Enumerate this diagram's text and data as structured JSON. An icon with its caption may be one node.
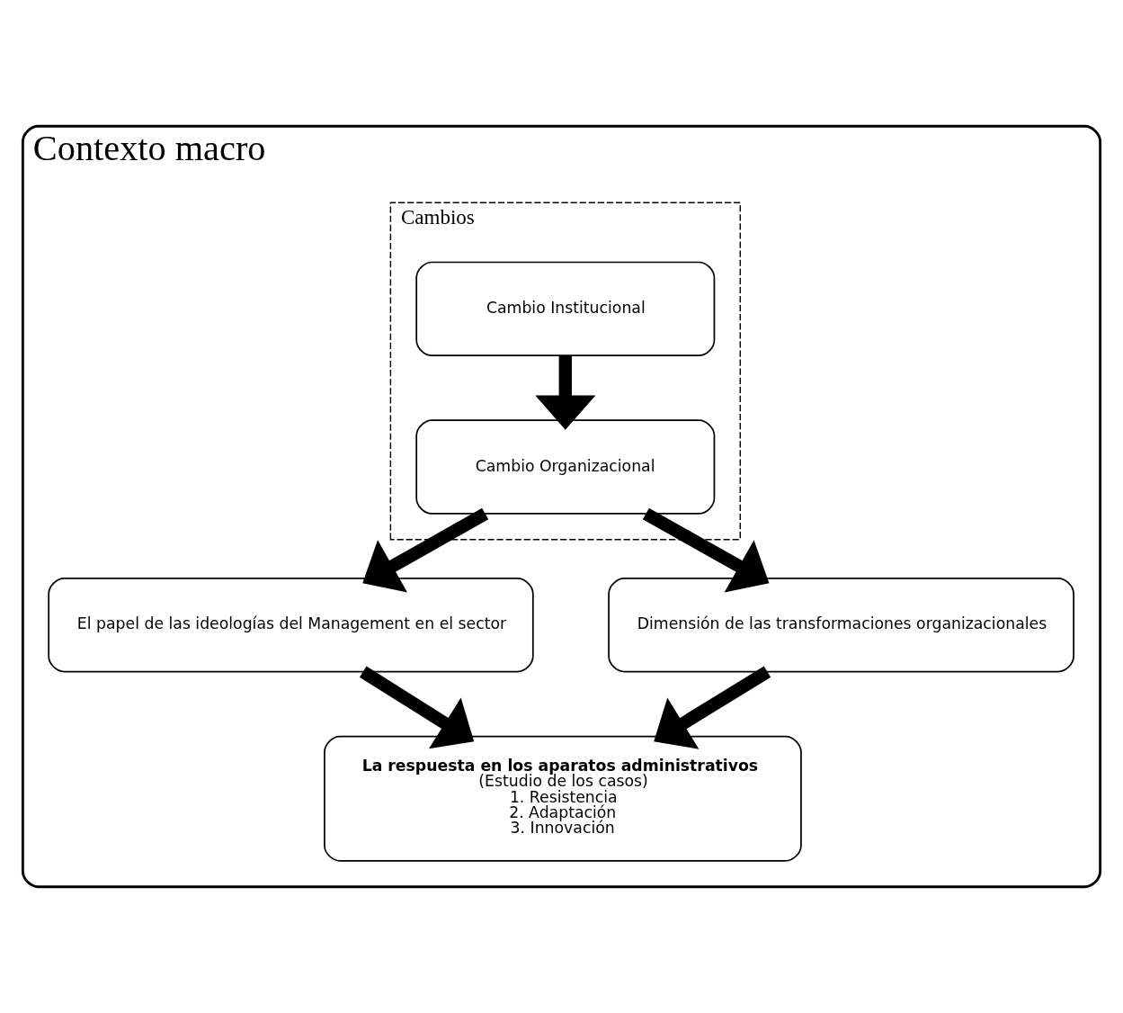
{
  "diagram": {
    "nodes": [
      {
        "text": [
          "Contexto macro"
        ]
      },
      {
        "text": [
          "Cambios"
        ],
        "in": 0
      },
      {
        "text": [
          "Cambio Institucional"
        ],
        "in": 1
      },
      {
        "text": [
          "Cambio Organizacional"
        ],
        "in": 1
      },
      {
        "text": [
          "El papel de las ideologías del Management en el sector"
        ],
        "in": 0
      },
      {
        "text": [
          "Dimensión de las transformaciones organizacionales"
        ],
        "in": 0
      },
      {
        "text": [
          "La respuesta en los aparatos administrativos",
          "(Estudio de los casos)",
          "1. Resistencia",
          "2. Adaptación",
          "3. Innovación"
        ],
        "in": 0
      }
    ],
    "edges": [
      {
        "from": 2,
        "to": 3,
        "arrow": "to"
      },
      {
        "from": 3,
        "to": 4,
        "arrow": "to"
      },
      {
        "from": 3,
        "to": 5,
        "arrow": "to"
      },
      {
        "from": 4,
        "to": 6,
        "arrow": "to"
      },
      {
        "from": 5,
        "to": 6,
        "arrow": "to"
      }
    ]
  }
}
